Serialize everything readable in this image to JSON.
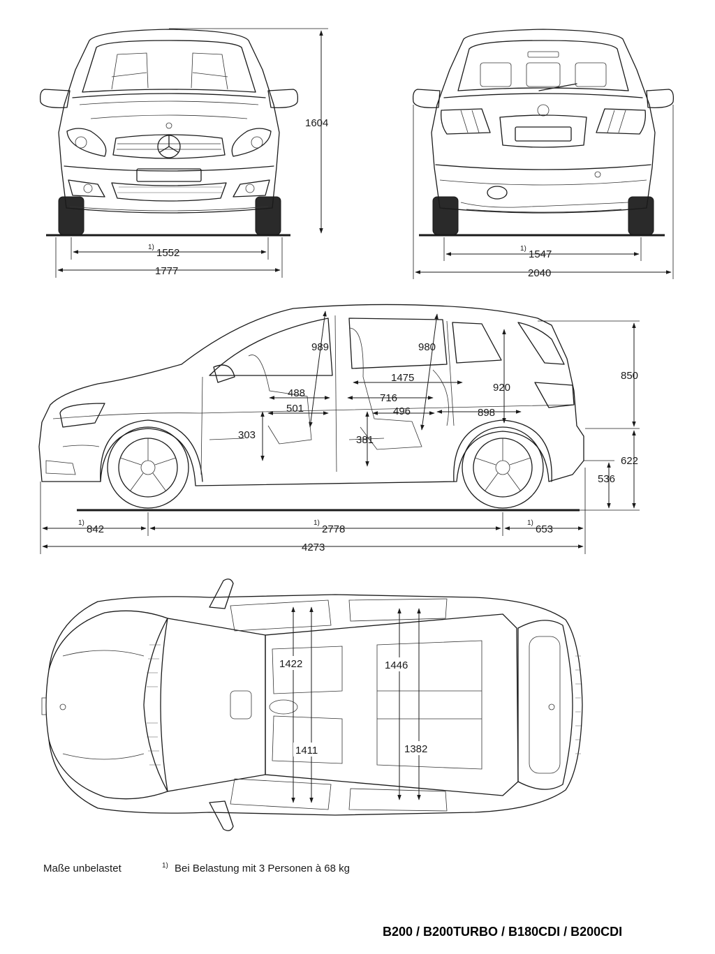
{
  "front_view": {
    "track_front": "1552",
    "track_note": "1)",
    "width": "1777",
    "height": "1604"
  },
  "rear_view": {
    "track_rear": "1547",
    "track_note": "1)",
    "width_mirrors": "2040"
  },
  "side_view": {
    "headroom_front": "989",
    "headroom_rear": "980",
    "legroom_span": "1475",
    "seat_height_rear": "920",
    "upper_height": "850",
    "front_seat_depth_a": "488",
    "front_seat_depth_b": "501",
    "knee_room": "716",
    "rear_seat_depth": "496",
    "rear_span": "898",
    "front_seat_floor": "303",
    "rear_seat_floor": "381",
    "lower_height": "622",
    "load_sill_height": "536",
    "front_overhang": "842",
    "wheelbase": "2778",
    "rear_overhang": "653",
    "length": "4273",
    "load_note": "1)"
  },
  "top_view": {
    "shoulder_front": "1422",
    "shoulder_rear": "1446",
    "elbow_front": "1411",
    "elbow_rear": "1382"
  },
  "footer": {
    "note_unladen": "Maße unbelastet",
    "note_marker": "1)",
    "note_load": "Bei Belastung mit 3 Personen à 68 kg",
    "models": "B200 / B200TURBO / B180CDI / B200CDI"
  }
}
